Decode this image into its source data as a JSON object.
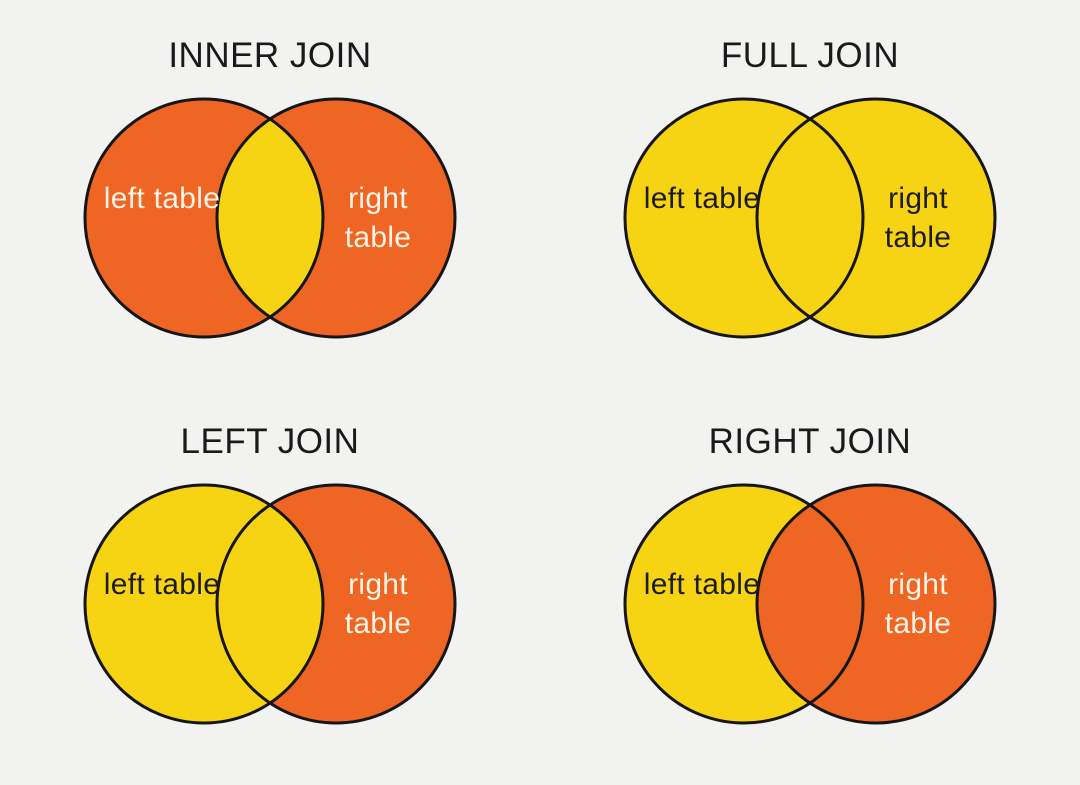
{
  "page": {
    "background_color": "#F2F2F1",
    "outline_color": "#161616",
    "title_color": "#1A1A1A"
  },
  "colors": {
    "orange": "#EF6524",
    "yellow": "#F6D414",
    "label_dark": "#1E1C1A",
    "label_light": "#FEF3E4"
  },
  "diagrams": [
    {
      "title": "INNER JOIN",
      "left_label": "left table",
      "right_label": "right table",
      "left_fill": "#EF6524",
      "right_fill": "#EF6524",
      "intersection_fill": "#F6D414",
      "left_label_color": "#FEF3E4",
      "right_label_color": "#FEF3E4"
    },
    {
      "title": "FULL JOIN",
      "left_label": "left table",
      "right_label": "right table",
      "left_fill": "#F6D414",
      "right_fill": "#F6D414",
      "intersection_fill": "#F6D414",
      "left_label_color": "#1E1C1A",
      "right_label_color": "#1E1C1A"
    },
    {
      "title": "LEFT JOIN",
      "left_label": "left table",
      "right_label": "right table",
      "left_fill": "#F6D414",
      "right_fill": "#EF6524",
      "intersection_fill": "#F6D414",
      "left_label_color": "#1E1C1A",
      "right_label_color": "#FEF3E4"
    },
    {
      "title": "RIGHT JOIN",
      "left_label": "left table",
      "right_label": "right table",
      "left_fill": "#F6D414",
      "right_fill": "#EF6524",
      "intersection_fill": "#EF6524",
      "left_label_color": "#1E1C1A",
      "right_label_color": "#FEF3E4"
    }
  ]
}
